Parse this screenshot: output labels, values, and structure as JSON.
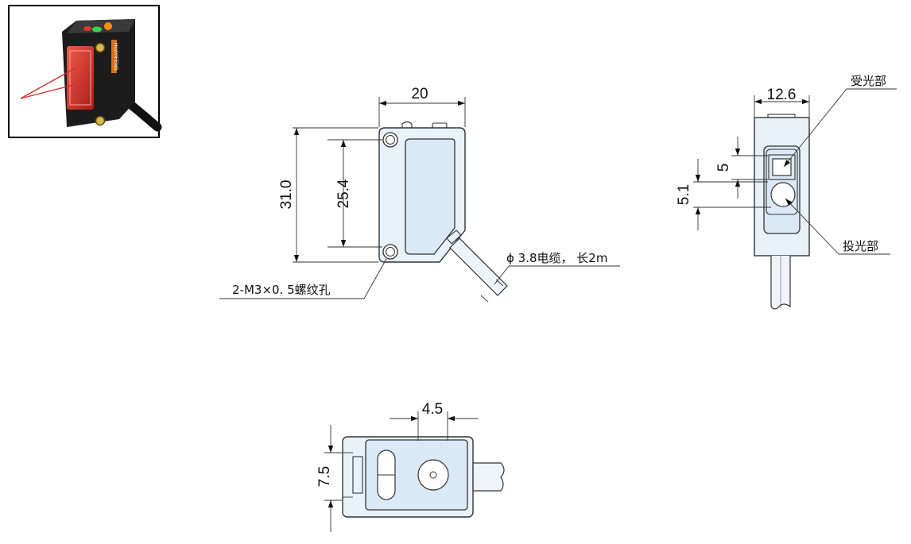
{
  "dimensions": {
    "front_width": "20",
    "front_height": "31.0",
    "hole_pitch": "25.4",
    "side_width": "12.6",
    "receiver_size": "5",
    "emitter_offset": "5.1",
    "bottom_spacing": "4.5",
    "bottom_height": "7.5"
  },
  "labels": {
    "thread_holes": "2-M3×0. 5螺纹孔",
    "cable": "ϕ 3.8电缆， 长2m",
    "receiver": "受光部",
    "emitter": "投光部"
  },
  "photo": {
    "brand": "HUAYIFENG",
    "housing_color": "#1c1c1c",
    "lens_color": "#d9342b",
    "indicator_green": "#39d353",
    "indicator_red": "#e8322a",
    "laser_color": "#d62b2b"
  },
  "colors": {
    "housing_fill": "#e8f2fb",
    "stroke": "#333333"
  }
}
